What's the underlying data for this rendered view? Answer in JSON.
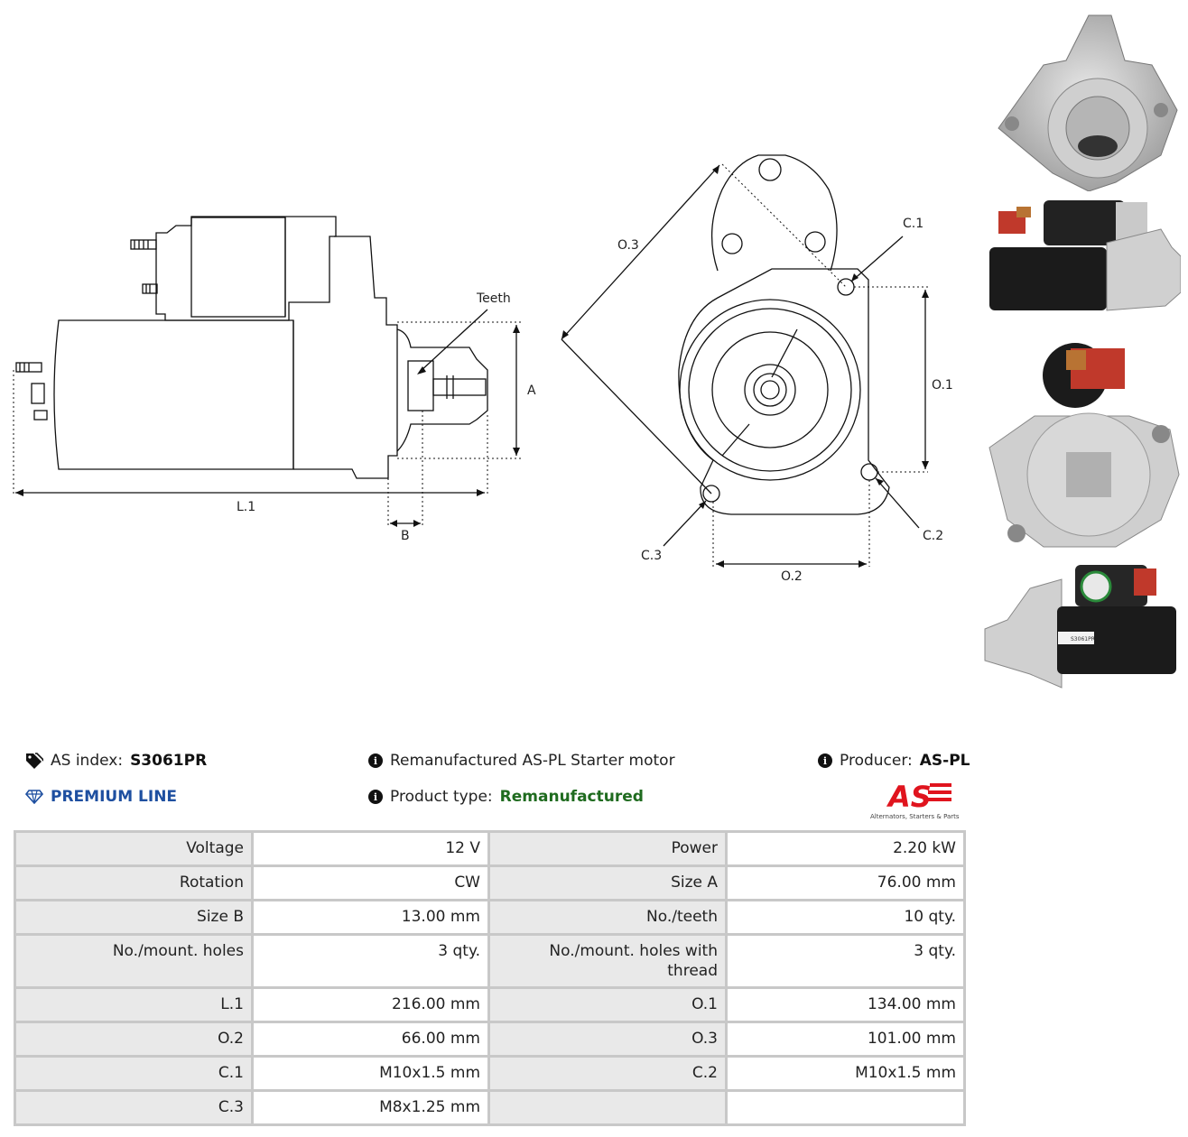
{
  "drawing": {
    "labels": {
      "teeth": "Teeth",
      "a": "A",
      "l1": "L.1",
      "b": "B",
      "o3": "O.3",
      "c1": "C.1",
      "o1": "O.1",
      "c2": "C.2",
      "c3": "C.3",
      "o2": "O.2"
    }
  },
  "photo_label": "S3061PR",
  "info": {
    "as_index_label": "AS index:",
    "as_index_value": "S3061PR",
    "premium": "PREMIUM LINE",
    "description": "Remanufactured AS-PL Starter motor",
    "product_type_label": "Product type:",
    "product_type_value": "Remanufactured",
    "producer_label": "Producer:",
    "producer_value": "AS-PL",
    "logo_text": "AS",
    "logo_tagline": "Alternators, Starters & Parts"
  },
  "colors": {
    "green": "#1f6b1f",
    "blue": "#1e4fa0",
    "logo_red": "#e0141e"
  },
  "specs": [
    [
      "Voltage",
      "12 V",
      "Power",
      "2.20 kW"
    ],
    [
      "Rotation",
      "CW",
      "Size A",
      "76.00 mm"
    ],
    [
      "Size B",
      "13.00 mm",
      "No./teeth",
      "10 qty."
    ],
    [
      "No./mount. holes",
      "3 qty.",
      "No./mount. holes with thread",
      "3 qty."
    ],
    [
      "L.1",
      "216.00 mm",
      "O.1",
      "134.00 mm"
    ],
    [
      "O.2",
      "66.00 mm",
      "O.3",
      "101.00 mm"
    ],
    [
      "C.1",
      "M10x1.5 mm",
      "C.2",
      "M10x1.5 mm"
    ],
    [
      "C.3",
      "M8x1.25 mm",
      "",
      ""
    ]
  ]
}
